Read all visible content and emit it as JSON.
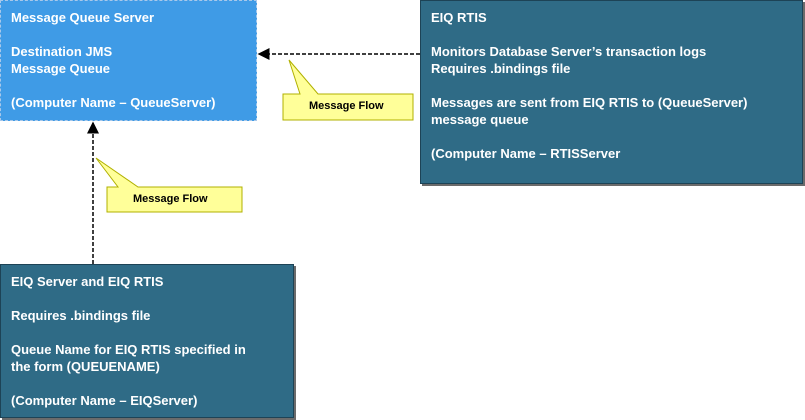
{
  "message_queue_server": {
    "lines": [
      "Message Queue Server",
      "",
      "Destination JMS",
      "Message Queue",
      "",
      "(Computer Name – QueueServer)"
    ]
  },
  "eiq_rtis": {
    "lines": [
      "EIQ RTIS",
      "",
      "Monitors Database Server’s transaction logs",
      "Requires .bindings file",
      "",
      "Messages are sent from EIQ RTIS to (QueueServer)",
      "message queue",
      "",
      "(Computer Name – RTISServer"
    ]
  },
  "eiq_server": {
    "lines": [
      "EIQ Server and EIQ RTIS",
      "",
      "Requires .bindings file",
      "",
      "Queue Name for EIQ RTIS specified in",
      "the form (QUEUENAME)",
      "",
      "(Computer Name – EIQServer)"
    ]
  },
  "callouts": {
    "top": "Message Flow",
    "left": "Message Flow"
  },
  "colors": {
    "queue_box": "#3f9be6",
    "server_box": "#2f6b86",
    "callout_fill": "#ffff99"
  }
}
